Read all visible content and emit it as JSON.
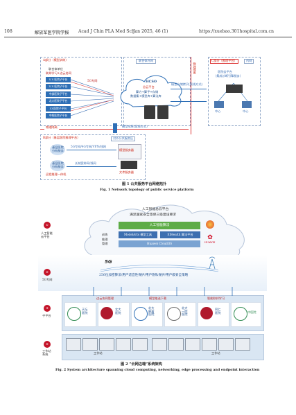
{
  "header": {
    "page_number": "108",
    "journal_cn": "解放军医学院学报",
    "journal_en": "Acad J Chin PLA Med Sch",
    "issue": "Jan 2025, 46 (1)",
    "url": "https://xuebao.301hospital.com.cn"
  },
  "fig1": {
    "part_a_label": "A部分（模型训练）",
    "joint_units": "联合体单位",
    "joint_units_sub": "联邦学习+边云协同",
    "hospitals_a": [
      "X X 医院子平台",
      "X X 医院子平台",
      "中部医院子平台",
      "北大医院子平台",
      "XX医院子平台",
      "中枢医院子平台"
    ],
    "g5_private": "5G专网",
    "joint_outer_net": "联合体外网",
    "hcso": "HCSO",
    "central_platform": "总云平台",
    "central_line1": "算力+算子+存储",
    "central_line2": "数据集+模型库+算法库",
    "physical_isolation": "物理隔离",
    "model_copy_label": "模型及其版本\n光盘离线方式",
    "model_copy_label2": "模型存储拷贝(离线方式)",
    "part_c_label": "C部分（推理平台）",
    "internal_net": "内网",
    "hosp_platform": "医院云平台",
    "hosp_platform_sub": "（集成诊断引擎服务）",
    "center_a": "中心",
    "center_b": "中心",
    "physical_isolation_2": "物理隔离",
    "model_result_label": "模型成果(离线方式)",
    "part_b_label": "B部分（基层医院推理平台）",
    "external_zone": "对外公共服务区",
    "grassroots_1": "基层医院\n分析服务",
    "grassroots_2": "基层医院\n分析服务",
    "vpn_label": "5G专网/4G专网/VPN/线网",
    "long_distance": "长城宽带网/线网",
    "model_server": "模型服务器",
    "file_server": "文件服务器",
    "remote_diag": "远程推理一体机",
    "caption_cn": "图 1    公共服务平台网络拓扑",
    "caption_en": "Fig. 1    Network topology of public service platform"
  },
  "fig2": {
    "cloud_title1": "人工智能总云平台",
    "cloud_title2": "满足国家安全等保三级建设要求",
    "ai_base": "人工智能算法",
    "train_label": "训练\n推理\n管理",
    "modelarts": "ModelArts 模型工具",
    "eihealth": "EIHealth 算法平台",
    "cloudos": "Huawei CloudOS",
    "huawei": "HUAWEI",
    "layer1_num": "①",
    "layer1_name": "人工智能\n云平台",
    "layer2_num": "②",
    "layer2_name": "5G专网",
    "layer3_num": "③",
    "layer3_name": "子平台",
    "layer4_num": "④",
    "layer4_name": "工作站\n系统",
    "g5_logo": "5G",
    "security_bar": "256位加密算法/用户适宜性保护/用户隐私保护/用户级安全策略",
    "edge_mgmt": "边云协同管理",
    "model_dl": "模型推送下载",
    "smart_learn": "智能联邦学习",
    "hospitals": [
      "天坛\n医院",
      "北大\n医院",
      "北大\n肿瘤\n医院",
      "北大\n一院\n医院",
      "同仁\n医院",
      "中医院"
    ],
    "workstation_1": "工作站",
    "workstation_2": "工作站",
    "caption_cn": "图 2    “云网边端”系统架构",
    "caption_en": "Fig. 2    System architecture spanning cloud computing, networking, edge processing and endpoint interaction"
  }
}
